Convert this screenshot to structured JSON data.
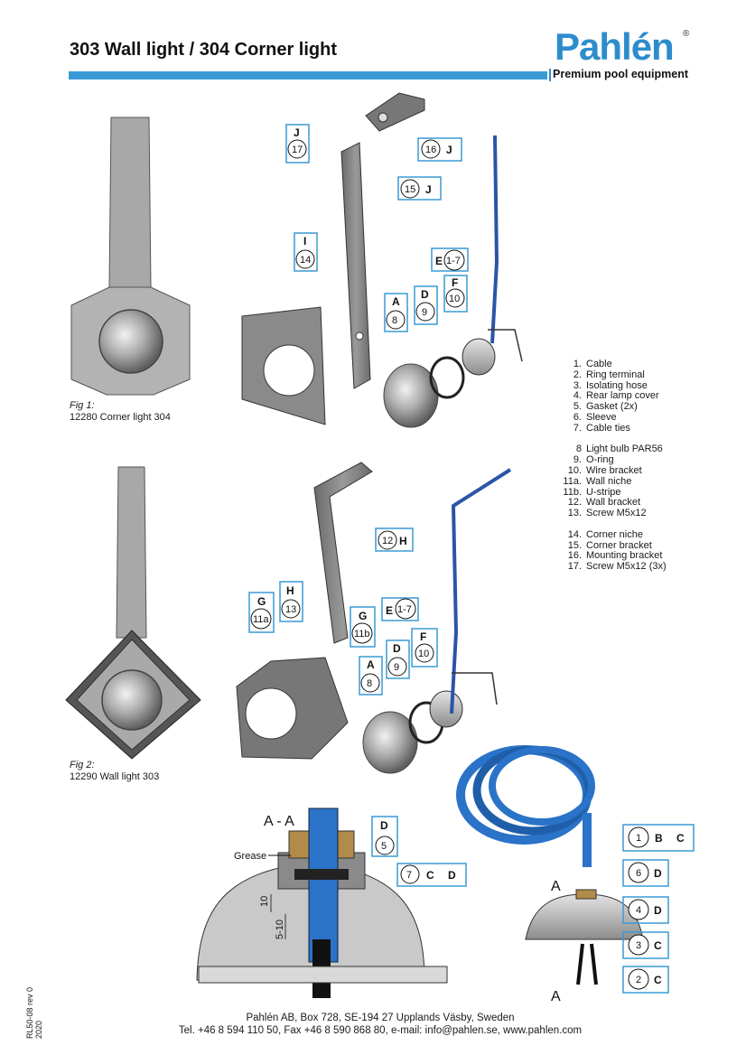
{
  "header": {
    "title": "303 Wall light / 304 Corner light",
    "brand": "Pahlén",
    "registered": "®",
    "tagline": "Premium pool equipment"
  },
  "figures": {
    "fig1_caption": "Fig 1:",
    "fig1_text": "12280 Corner light 304",
    "fig2_caption": "Fig 2:",
    "fig2_text": "12290 Wall light 303"
  },
  "callouts": {
    "j": "J",
    "n17": "17",
    "n16": "16",
    "n15": "15",
    "i": "I",
    "n14": "14",
    "e": "E",
    "n17r": "1-7",
    "a": "A",
    "n8": "8",
    "d": "D",
    "n9": "9",
    "f": "F",
    "n10": "10",
    "n12": "12",
    "h": "H",
    "n13": "13",
    "g": "G",
    "n11a": "11a",
    "n11b": "11b",
    "section": "A - A",
    "grease": "Grease",
    "n5": "5",
    "n7": "7",
    "c": "C",
    "dim10": "10",
    "dim510": "5-10",
    "n1": "1",
    "b": "B",
    "n6": "6",
    "n4": "4",
    "n3": "3",
    "n2": "2",
    "aa": "A"
  },
  "legend": {
    "group1": [
      {
        "num": "1.",
        "text": "Cable"
      },
      {
        "num": "2.",
        "text": "Ring terminal"
      },
      {
        "num": "3.",
        "text": "Isolating hose"
      },
      {
        "num": "4.",
        "text": "Rear lamp cover"
      },
      {
        "num": "5.",
        "text": "Gasket (2x)"
      },
      {
        "num": "6.",
        "text": "Sleeve"
      },
      {
        "num": "7.",
        "text": "Cable ties"
      }
    ],
    "group2": [
      {
        "num": "8",
        "text": "Light bulb PAR56"
      },
      {
        "num": "9.",
        "text": "O-ring"
      },
      {
        "num": "10.",
        "text": "Wire bracket"
      },
      {
        "num": "11a.",
        "text": "Wall niche"
      },
      {
        "num": "11b.",
        "text": "U-stripe"
      },
      {
        "num": "12.",
        "text": "Wall bracket"
      },
      {
        "num": "13.",
        "text": "Screw M5x12"
      }
    ],
    "group3": [
      {
        "num": "14.",
        "text": "Corner niche"
      },
      {
        "num": "15.",
        "text": "Corner bracket"
      },
      {
        "num": "16.",
        "text": "Mounting bracket"
      },
      {
        "num": "17.",
        "text": "Screw M5x12 (3x)"
      }
    ]
  },
  "footer": {
    "line1": "Pahlén AB, Box 728, SE-194 27 Upplands Väsby, Sweden",
    "line2": "Tel. +46 8 594 110 50, Fax +46 8 590 868 80, e-mail: info@pahlen.se, www.pahlen.com",
    "doc_ref": "RL50-08 rev 0",
    "year": "2020"
  },
  "colors": {
    "accent": "#3a9ad5",
    "brand": "#2d8dcc",
    "cable_blue": "#2a55a8",
    "metal": "#8a8a8a",
    "metal_dark": "#555555"
  }
}
